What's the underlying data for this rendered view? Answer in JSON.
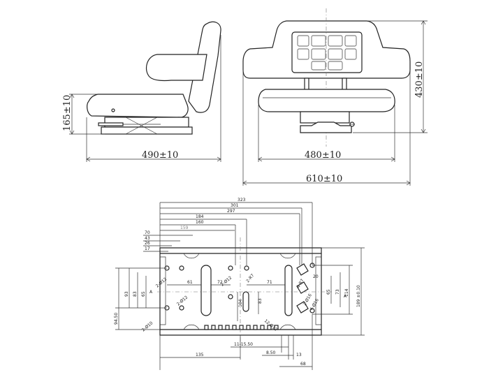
{
  "side_view": {
    "dim_height": "165±10",
    "dim_depth": "490±10"
  },
  "front_view": {
    "dim_seat_width": "480±10",
    "dim_overall_width": "610±10",
    "dim_overall_height": "430±10"
  },
  "base_plate": {
    "top_dims": [
      "323",
      "301",
      "297",
      "184",
      "160",
      "159",
      "70",
      "43",
      "26",
      "17"
    ],
    "left_dims": [
      "94.50",
      "93",
      "83",
      "65"
    ],
    "right_dims": [
      "189 ±0.10",
      "114",
      "73",
      "65"
    ],
    "inner_labels": [
      "61",
      "72",
      "71",
      "104",
      "83",
      "2-Ø12",
      "2-Ø12",
      "2-Ø12",
      "2-R7",
      "4-R7",
      "2-Ø10",
      "12-Ø12",
      "2-Ø16",
      "4-Ø16",
      "20",
      "A",
      "A"
    ],
    "bottom_dims": [
      "11-15.50",
      "8.50",
      "13",
      "135",
      "68"
    ]
  }
}
